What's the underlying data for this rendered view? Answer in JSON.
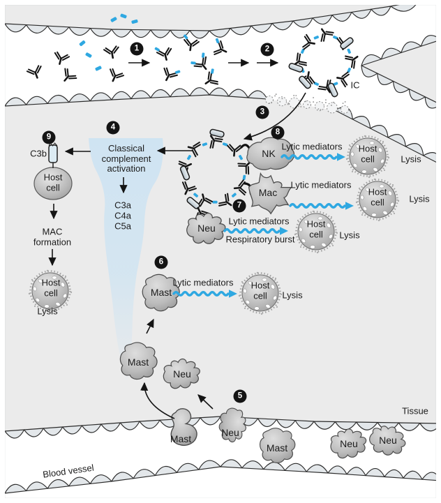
{
  "steps": [
    "1",
    "2",
    "3",
    "4",
    "5",
    "6",
    "7",
    "8",
    "9"
  ],
  "labels": {
    "ic": "IC",
    "c3b": "C3b",
    "classical": "Classical complement activation",
    "c3a": "C3a",
    "c4a": "C4a",
    "c5a": "C5a",
    "mac_formation": "MAC formation",
    "lytic_mediators": "Lytic mediators",
    "respiratory_burst": "Respiratory burst",
    "lysis": "Lysis",
    "tissue": "Tissue",
    "blood_vessel": "Blood vessel"
  },
  "cells": {
    "nk": "NK",
    "mac": "Mac",
    "neu": "Neu",
    "mast": "Mast",
    "host_cell": "Host cell"
  },
  "colors": {
    "antigen_blue": "#2fa8e1",
    "mediator_arrow_blue": "#2aa3dc",
    "complement_stream_blue": "#cfe4f2",
    "badge_black": "#141414",
    "tissue_gray": "#ebebeb",
    "cell_gray": "#b5b5b5"
  }
}
